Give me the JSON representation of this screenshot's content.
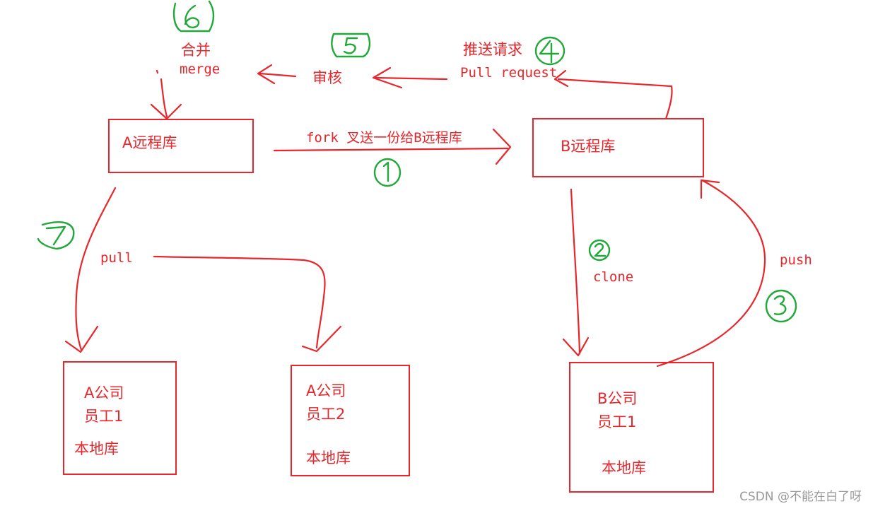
{
  "nodes": {
    "a_remote": "A远程库",
    "b_remote": "B远程库",
    "a_emp1": {
      "line1": "A公司",
      "line2": "员工1",
      "line3": "本地库"
    },
    "a_emp2": {
      "line1": "A公司",
      "line2": "员工2",
      "line3": "本地库"
    },
    "b_emp1": {
      "line1": "B公司",
      "line2": "员工1",
      "line3": "本地库"
    }
  },
  "labels": {
    "fork": "fork 叉送一份给B远程库",
    "clone": "clone",
    "push": "push",
    "push_request_cn": "推送请求",
    "pull_request": "Pull request",
    "review": "审核",
    "merge_cn": "合并",
    "merge": "merge",
    "pull": "pull"
  },
  "steps": [
    "1",
    "2",
    "3",
    "4",
    "5",
    "6",
    "7"
  ],
  "colors": {
    "ink": "#e8262b",
    "step": "#21a83a"
  },
  "watermark": "CSDN @不能在白了呀"
}
